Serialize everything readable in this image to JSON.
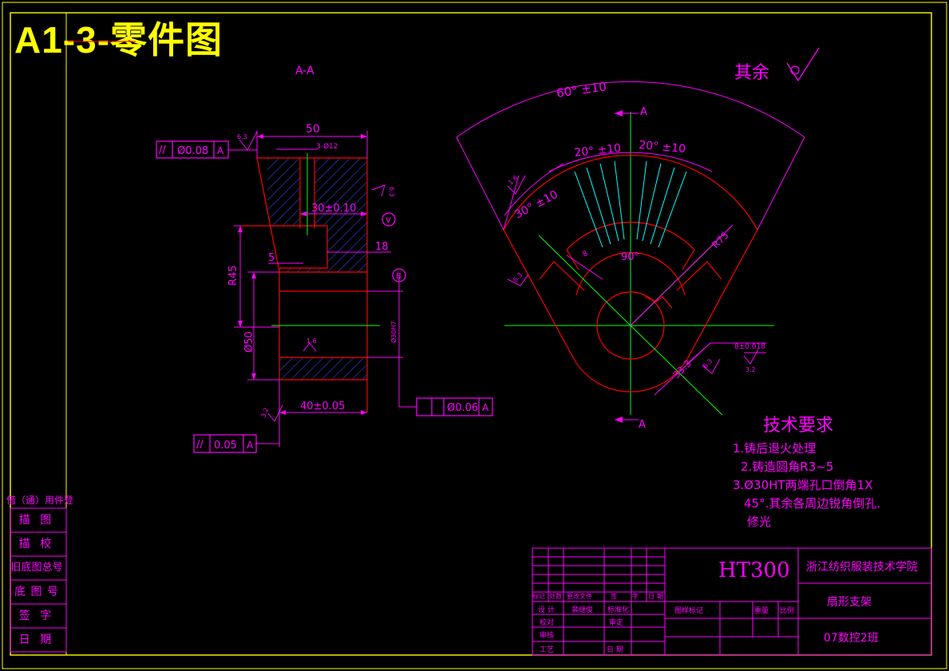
{
  "sheet": {
    "title": "A1-3-零件图",
    "surface_rest_label": "其余"
  },
  "section_view": {
    "label": "A-A",
    "dims": {
      "width_50": "50",
      "holes": "3-Ø12",
      "hole_depth": "30±0.10",
      "depth_18": "18",
      "gap_5": "5",
      "radius_45": "R45",
      "dia_50": "Ø50",
      "length_40": "40±0.05",
      "bore": "Ø30H7"
    },
    "roughness": {
      "r_top": "6.3",
      "r_right": "6.3",
      "r_bore": "1.6",
      "r_bottom": "3.2"
    },
    "datums": {
      "v": "V",
      "b": "B"
    },
    "tolerances": [
      {
        "symbol": "//",
        "value": "Ø0.08",
        "datum": "A"
      },
      {
        "symbol": "//",
        "value": "0.05",
        "datum": "A"
      },
      {
        "symbol": "",
        "value": "Ø0.06",
        "datum": "A"
      }
    ]
  },
  "front_view": {
    "angles": {
      "outer": "60° ±10",
      "left_slot": "20° ±10",
      "right_slot": "20° ±10",
      "side": "30° ±10",
      "center": "90°"
    },
    "dims": {
      "radius": "R75",
      "offset": "33.3",
      "keyway": "8±0.018",
      "slot_8": "8"
    },
    "roughness": {
      "r_left": "1.6",
      "r_side": "6.3",
      "r_lower": "6.3",
      "r_key": "3.2"
    },
    "section_marks": {
      "top": "A",
      "bottom": "A"
    }
  },
  "tech_requirements": {
    "title": "技术要求",
    "lines": [
      "1.铸后退火处理",
      "2.铸造圆角R3~5",
      "3.Ø30HT两端孔口倒角1X",
      "45°.其余各周边锐角倒孔.",
      "修光"
    ]
  },
  "side_column": {
    "header": "借（通）用件登",
    "rows": [
      "描 图",
      "描 校",
      "旧底图总号",
      "底 图 号",
      "签 字",
      "日 期"
    ]
  },
  "title_block": {
    "material": "HT300",
    "school": "浙江纺织服装技术学院",
    "part_name": "扇形支架",
    "class_name": "07数控2班",
    "revision_headers": [
      "标记",
      "处数",
      "更改文件",
      "签",
      "字",
      "日",
      "期"
    ],
    "roles": [
      "设 计",
      "校对",
      "审核",
      "工艺"
    ],
    "role_cols": [
      "标准化",
      "审定",
      "日 期"
    ],
    "designer": "裴继俊",
    "stage_label": "图样标记",
    "weight_label": "重量",
    "scale_label": "比例"
  },
  "colors": {
    "background": "#000000",
    "frame": "#ffff00",
    "geometry": "#ff0000",
    "dimension": "#ff00ff",
    "centerline": "#00ff00",
    "hatch": "#2f4fff",
    "accent_cyan": "#00ffff",
    "accent_white": "#ffffff"
  }
}
